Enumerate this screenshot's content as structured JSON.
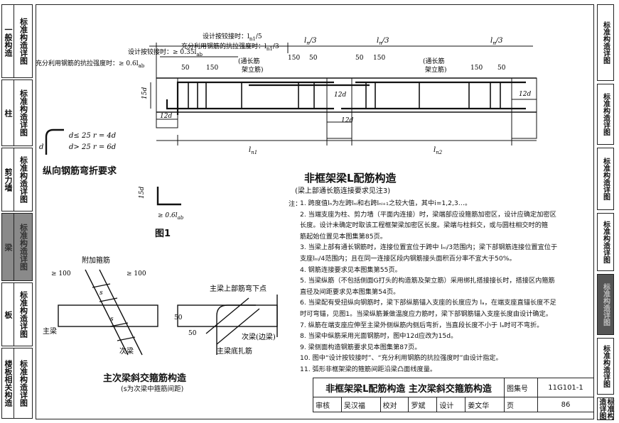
{
  "left_tabs": [
    {
      "section": "一般构造",
      "label": "标准构造详图",
      "active": false
    },
    {
      "section": "柱",
      "label": "标准构造详图",
      "active": false
    },
    {
      "section": "剪力墙",
      "label": "标准构造详图",
      "active": false
    },
    {
      "section": "梁",
      "label": "标准构造详图",
      "active": true
    },
    {
      "section": "板",
      "label": "标准构造详图",
      "active": false
    },
    {
      "section": "楼板相关构造",
      "label": "标准构造详图",
      "active": false
    }
  ],
  "right_tabs": [
    {
      "label": "标准构造详图",
      "active": false
    },
    {
      "label": "标准构造详图",
      "active": false
    },
    {
      "label": "标准构造详图",
      "active": false
    },
    {
      "label": "标准构造详图",
      "active": false
    },
    {
      "label": "标准构造详图",
      "active": true
    },
    {
      "label": "标准构造详图",
      "active": false
    },
    {
      "label": "标准构造详图",
      "active": false
    }
  ],
  "beam": {
    "design_hinge_left": "设计按铰接时：≥ 0.35l",
    "design_hinge_left_sub": "ab",
    "full_strength_left": "充分利用钢筋的抗拉强度时：≥ 0.6l",
    "full_strength_left_sub": "ab",
    "design_hinge_top": "设计按铰接时：l",
    "design_hinge_top_tail": "/5",
    "full_strength_top": "充分利用钢筋的抗拉强度时：l",
    "full_strength_top_tail": "/3",
    "n1_sub": "n1",
    "through_bar_1": "(通长筋",
    "erect_bar_1": "架立筋)",
    "through_bar_2": "(通长筋",
    "erect_bar_2": "架立筋)",
    "dim_50": "50",
    "dim_150": "150",
    "ln3": "l",
    "ln3_tail": "/3",
    "ln_sub": "n",
    "dim_12d": "12d",
    "dim_15d": "15d",
    "ln1": "l",
    "ln1_sub": "n1",
    "ln2": "l",
    "ln2_sub": "n2"
  },
  "bend": {
    "title": "纵向钢筋弯折要求",
    "d": "d",
    "rule1": "d≤ 25   r = 4d",
    "rule2": "d> 25   r = 6d"
  },
  "fig1": {
    "label": "图1",
    "dim_15d": "15d",
    "dim_06": "≥ 0.6l",
    "dim_06_sub": "ab"
  },
  "main_title": "非框架梁L配筋构造",
  "main_subtitle": "(梁上部通长筋连接要求见注3)",
  "notes_head": "注：",
  "notes": [
    "1. 跨度值lₙ为左跨lₙᵢ和右跨lₙᵢ₊₁之较大值，其中i=1,2,3…。",
    "2. 当端支座为柱、剪力墙（平面内连接）时，梁端部应设箍筋加密区，设计应确定加密区",
    "   长度。设计未确定时取该工程框架梁加密区长度。梁端与柱斜交，或与圆柱相交时的箍",
    "   筋起始位置见本图集第85页。",
    "3. 当梁上部有通长钢筋时，连接位置宜位于跨中 lₙᵢ/3范围内；梁下部钢筋连接位置宜位于",
    "   支座lₙᵢ/4范围内；且在同一连接区段内钢筋接头面积百分率不宜大于50%。",
    "4. 钢筋连接要求见本图集第55页。",
    "5. 当梁纵筋（不包括侧面G打头的构造筋及架立筋）采用绑扎搭接接长时，搭接区内箍筋",
    "   直径及间距要求见本图集第54页。",
    "6. 当梁配有受扭纵向钢筋时，梁下部纵筋锚入支座的长度应为 lₐ，在端支座直锚长度不足",
    "   时可弯锚，见图1。当梁纵筋兼做温度应力筋时，梁下部钢筋锚入支座长度由设计确定。",
    "7. 纵筋在端支座应伸至主梁外侧纵筋内侧后弯折，当直段长度不小于 lₐ时可不弯折。",
    "8. 当梁中纵筋采用光面钢筋时，图中12d应改为15d。",
    "9. 梁侧面构造钢筋要求见本图集第87页。",
    "10. 图中“设计按铰接时”、“充分利用钢筋的抗拉强度时”由设计指定。",
    "11. 弧形非框架梁的箍筋间距沿梁凸面线度量。"
  ],
  "oblique": {
    "title": "主次梁斜交箍筋构造",
    "subtitle": "(s为次梁中箍筋间距)",
    "add_stirrup": "附加箍筋",
    "gt100_a": "≥ 100",
    "gt100_b": "≥ 100",
    "main_beam": "主梁",
    "sub_beam": "次梁",
    "s": "s",
    "s2": "s",
    "top_bent": "主梁上部筋弯下点",
    "edge_beam": "次梁(边梁)",
    "bottom_bar": "主梁底扎筋",
    "d50a": "50",
    "d50b": "50"
  },
  "title_block": {
    "title": "非框架梁L配筋构造  主次梁斜交箍筋构造",
    "atlas_label": "图集号",
    "atlas_no": "11G101-1",
    "review_label": "审核",
    "reviewer": "吴汉福",
    "reviewer_sig": "吴汉福",
    "check_label": "校对",
    "checker": "罗斌",
    "checker_sig": "罗斌",
    "design_label": "设计",
    "designer": "姜文华",
    "designer_sig": "姜文华",
    "page_label": "页",
    "page_no": "86"
  }
}
